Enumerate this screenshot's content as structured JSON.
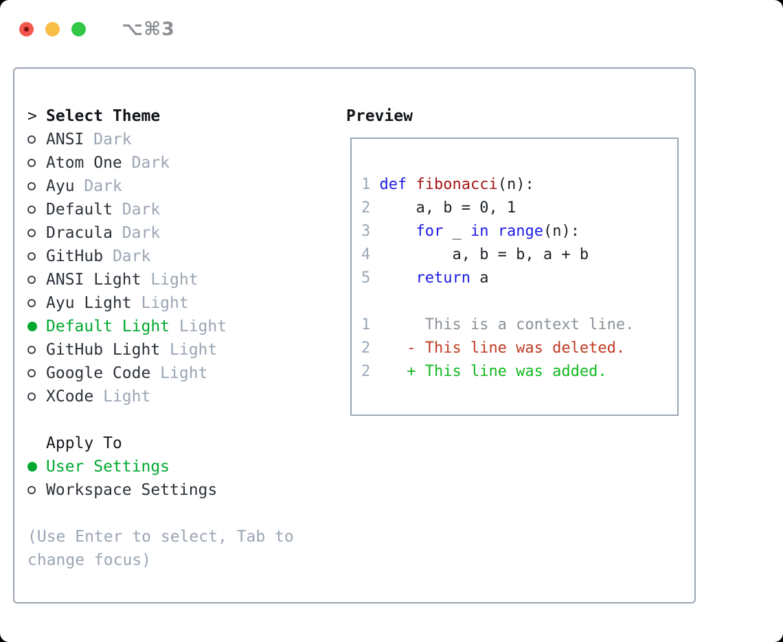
{
  "window": {
    "shortcut": "⌥⌘3",
    "traffic_lights": [
      {
        "name": "close"
      },
      {
        "name": "minimize"
      },
      {
        "name": "zoom"
      }
    ]
  },
  "theme_picker": {
    "cursor": ">",
    "title": "Select Theme",
    "items": [
      {
        "name": "ANSI",
        "variant": "Dark",
        "selected": false
      },
      {
        "name": "Atom One",
        "variant": "Dark",
        "selected": false
      },
      {
        "name": "Ayu",
        "variant": "Dark",
        "selected": false
      },
      {
        "name": "Default",
        "variant": "Dark",
        "selected": false
      },
      {
        "name": "Dracula",
        "variant": "Dark",
        "selected": false
      },
      {
        "name": "GitHub",
        "variant": "Dark",
        "selected": false
      },
      {
        "name": "ANSI Light",
        "variant": "Light",
        "selected": false
      },
      {
        "name": "Ayu Light",
        "variant": "Light",
        "selected": false
      },
      {
        "name": "Default Light",
        "variant": "Light",
        "selected": true
      },
      {
        "name": "GitHub Light",
        "variant": "Light",
        "selected": false
      },
      {
        "name": "Google Code",
        "variant": "Light",
        "selected": false
      },
      {
        "name": "XCode",
        "variant": "Light",
        "selected": false
      }
    ],
    "apply_to": {
      "title": "Apply To",
      "options": [
        {
          "label": "User Settings",
          "selected": true
        },
        {
          "label": "Workspace Settings",
          "selected": false
        }
      ]
    },
    "hint": "(Use Enter to select, Tab to change focus)"
  },
  "preview": {
    "title": "Preview",
    "lines": [
      [
        {
          "t": "1 ",
          "s": "ln"
        },
        {
          "t": "def",
          "s": "kw"
        },
        {
          "t": " ",
          "s": "pl"
        },
        {
          "t": "fibonacci",
          "s": "fn"
        },
        {
          "t": "(n):",
          "s": "pl"
        }
      ],
      [
        {
          "t": "2 ",
          "s": "ln"
        },
        {
          "t": "    a, b = 0, 1",
          "s": "pl"
        }
      ],
      [
        {
          "t": "3 ",
          "s": "ln"
        },
        {
          "t": "    ",
          "s": "pl"
        },
        {
          "t": "for",
          "s": "kw"
        },
        {
          "t": " _ ",
          "s": "pl"
        },
        {
          "t": "in",
          "s": "kw"
        },
        {
          "t": " ",
          "s": "pl"
        },
        {
          "t": "range",
          "s": "kw"
        },
        {
          "t": "(n):",
          "s": "pl"
        }
      ],
      [
        {
          "t": "4 ",
          "s": "ln"
        },
        {
          "t": "        a, b = b, a + b",
          "s": "pl"
        }
      ],
      [
        {
          "t": "5 ",
          "s": "ln"
        },
        {
          "t": "    ",
          "s": "pl"
        },
        {
          "t": "return",
          "s": "kw"
        },
        {
          "t": " a",
          "s": "pl"
        }
      ],
      [],
      [
        {
          "t": "1 ",
          "s": "ln"
        },
        {
          "t": "     This is a context line.",
          "s": "ctx"
        }
      ],
      [
        {
          "t": "2 ",
          "s": "ln"
        },
        {
          "t": "   - This line was deleted.",
          "s": "del"
        }
      ],
      [
        {
          "t": "2 ",
          "s": "ln"
        },
        {
          "t": "   + This line was added.",
          "s": "add"
        }
      ]
    ]
  },
  "colors": {
    "accent_green": "#00a82f",
    "keyword_blue": "#1a1ae6",
    "function_red": "#a31515",
    "diff_red": "#c03a22",
    "diff_green": "#10b91e",
    "muted_gray": "#9aa5b3",
    "context_gray": "#8a9199",
    "text": "#23272d",
    "border_gray": "#9aa4b0",
    "traffic_red": "#f2574e",
    "traffic_yellow": "#f8bd45",
    "traffic_green": "#33c748"
  }
}
